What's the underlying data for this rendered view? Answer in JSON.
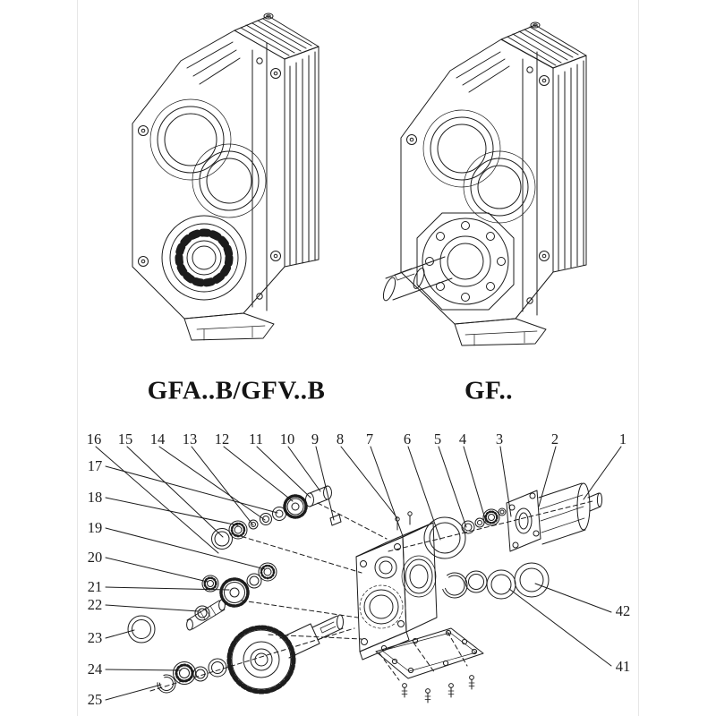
{
  "page": {
    "background": "#ffffff",
    "ink": "#1c1c1c"
  },
  "products": {
    "left": {
      "caption": "GFA..B/GFV..B"
    },
    "right": {
      "caption": "GF.."
    }
  },
  "exploded_view": {
    "callouts_top_row": [
      "16",
      "15",
      "14",
      "13",
      "12",
      "11",
      "10",
      "9",
      "8",
      "7",
      "6",
      "5",
      "4",
      "3",
      "2",
      "1"
    ],
    "callouts_left_column": [
      "17",
      "18",
      "19",
      "20",
      "21",
      "22",
      "23",
      "24",
      "25"
    ],
    "callouts_right_column": [
      "42",
      "41"
    ]
  }
}
